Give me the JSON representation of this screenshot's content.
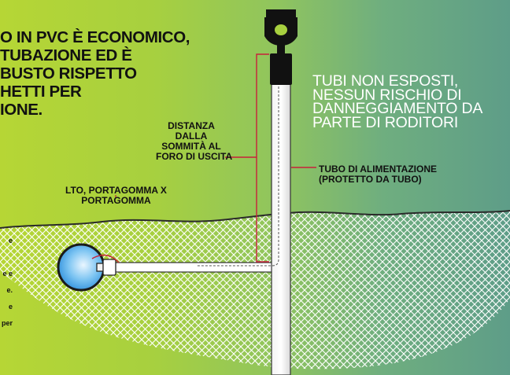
{
  "headline_left": [
    "O IN PVC È ECONOMICO,",
    "TUBAZIONE ED È",
    "BUSTO RISPETTO",
    "HETTI PER",
    "IONE."
  ],
  "headline_right": [
    "TUBI NON ESPOSTI,",
    "NESSUN RISCHIO DI",
    "DANNEGGIAMENTO DA",
    "PARTE DI RODITORI"
  ],
  "label_distance": [
    "DISTANZA",
    "DALLA",
    "SOMMITÀ AL",
    "FORO DI USCITA"
  ],
  "label_supply": [
    "TUBO DI ALIMENTAZIONE",
    "(PROTETTO DA TUBO)"
  ],
  "label_fitting": [
    "LTO, PORTAGOMMA X",
    "PORTAGOMMA"
  ],
  "side_fragments": [
    "e",
    "e e",
    "e.",
    "e",
    "per"
  ],
  "colors": {
    "accent_line": "#c8203a",
    "headline_right": "#ffffff",
    "pipe_blue": "#4aa8e8"
  }
}
